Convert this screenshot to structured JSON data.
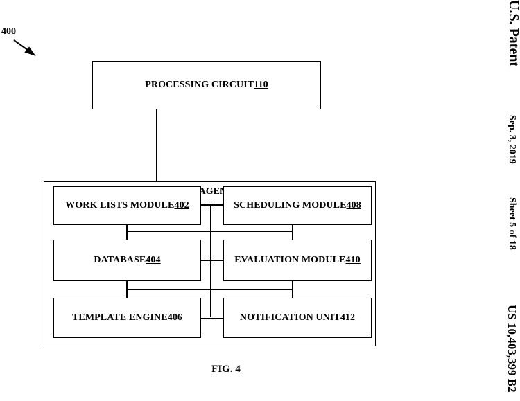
{
  "figure_ref": "400",
  "processing_circuit": {
    "label": "PROCESSING CIRCUIT ",
    "number": "110"
  },
  "system": {
    "label": "WORK LISTS MANAGEMENT SYSTEM ",
    "number": "400"
  },
  "modules": {
    "work_lists": {
      "label": "WORK LISTS MODULE ",
      "number": "402"
    },
    "database": {
      "label": "DATABASE ",
      "number": "404"
    },
    "template_engine": {
      "label": "TEMPLATE ENGINE ",
      "number": "406"
    },
    "scheduling": {
      "label": "SCHEDULING MODULE ",
      "number": "408"
    },
    "evaluation": {
      "label": "EVALUATION MODULE ",
      "number": "410"
    },
    "notification": {
      "label": "NOTIFICATION UNIT ",
      "number": "412"
    }
  },
  "figure_caption": "FIG. 4",
  "header": {
    "office": "U.S. Patent",
    "date": "Sep. 3, 2019",
    "sheet": "Sheet 5 of 18",
    "patent_number": "US 10,403,399 B2"
  }
}
